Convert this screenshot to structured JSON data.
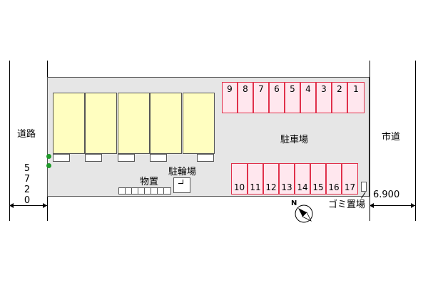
{
  "labels": {
    "road_left": "道路",
    "road_right": "市道",
    "parking": "駐車場",
    "bicycle": "駐輪場",
    "storage": "物置",
    "garbage": "ゴミ置場",
    "compass": "N"
  },
  "dimensions": {
    "left_width": "5720",
    "right_width": "6.900"
  },
  "parking_top": [
    "9",
    "8",
    "7",
    "6",
    "5",
    "4",
    "3",
    "2",
    "1"
  ],
  "parking_bottom": [
    "10",
    "11",
    "12",
    "13",
    "14",
    "15",
    "16",
    "17"
  ],
  "colors": {
    "site": "#e6e6e6",
    "building": "#fffec0",
    "stall_fill": "#ffe7ee",
    "stall_border": "#e0304a",
    "tree": "#1e9a2a"
  }
}
